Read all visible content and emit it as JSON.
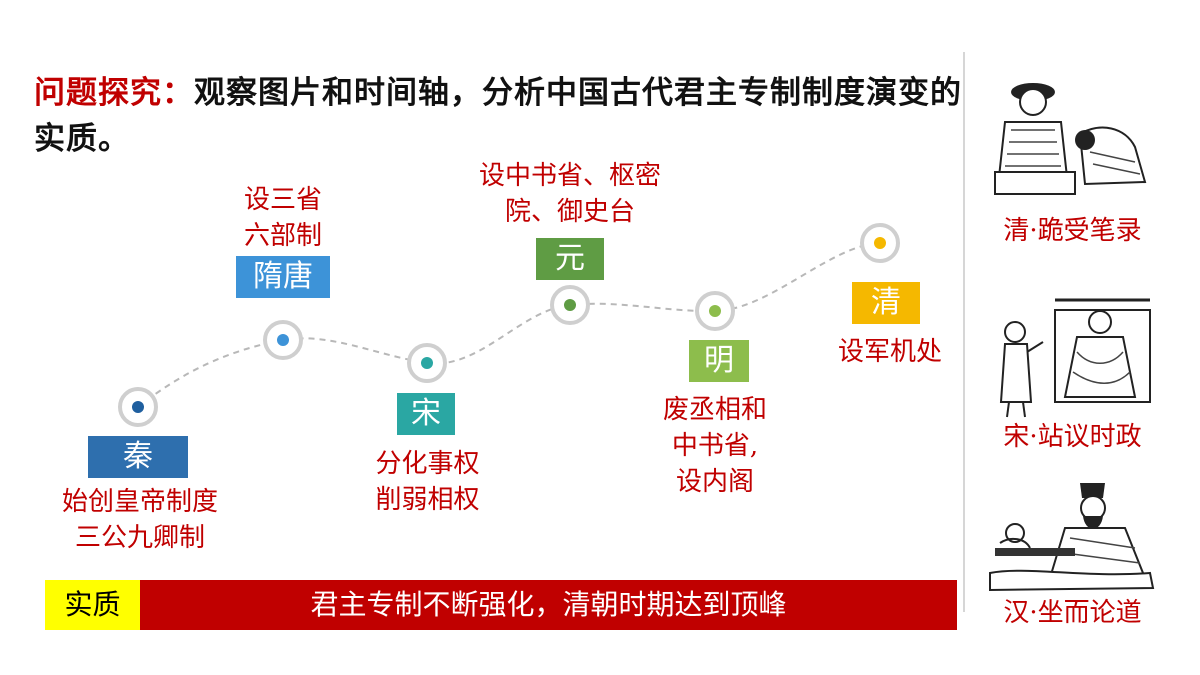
{
  "question": {
    "label": "问题探究：",
    "text": "观察图片和时间轴，分析中国古代君主专制制度演变的实质。"
  },
  "timeline": {
    "eras": [
      {
        "name": "秦",
        "label_color": "#2e6fae",
        "dot_color": "#1f5f9f",
        "desc": [
          "始创皇帝制度",
          "三公九卿制"
        ]
      },
      {
        "name": "隋唐",
        "label_color": "#3d93d8",
        "dot_color": "#3d93d8",
        "desc": [
          "设三省",
          "六部制"
        ]
      },
      {
        "name": "宋",
        "label_color": "#2aa7a3",
        "dot_color": "#2aa7a3",
        "desc": [
          "分化事权",
          "削弱相权"
        ]
      },
      {
        "name": "元",
        "label_color": "#5f9c44",
        "dot_color": "#5f9c44",
        "desc": [
          "设中书省、枢密",
          "院、御史台"
        ]
      },
      {
        "name": "明",
        "label_color": "#8dbd4c",
        "dot_color": "#8dbd4c",
        "desc": [
          "废丞相和",
          "中书省,",
          "设内阁"
        ]
      },
      {
        "name": "清",
        "label_color": "#f5b800",
        "dot_color": "#f5b800",
        "desc": [
          "设军机处"
        ]
      }
    ]
  },
  "essence": {
    "label": "实质",
    "text": "君主专制不断强化，清朝时期达到顶峰"
  },
  "illustrations": [
    {
      "caption": "清·跪受笔录",
      "icon": "kneeling-official-icon"
    },
    {
      "caption": "宋·站议时政",
      "icon": "standing-official-icon"
    },
    {
      "caption": "汉·坐而论道",
      "icon": "seated-officials-icon"
    }
  ],
  "colors": {
    "accent_red": "#c00000",
    "essence_label_bg": "#ffff00"
  }
}
